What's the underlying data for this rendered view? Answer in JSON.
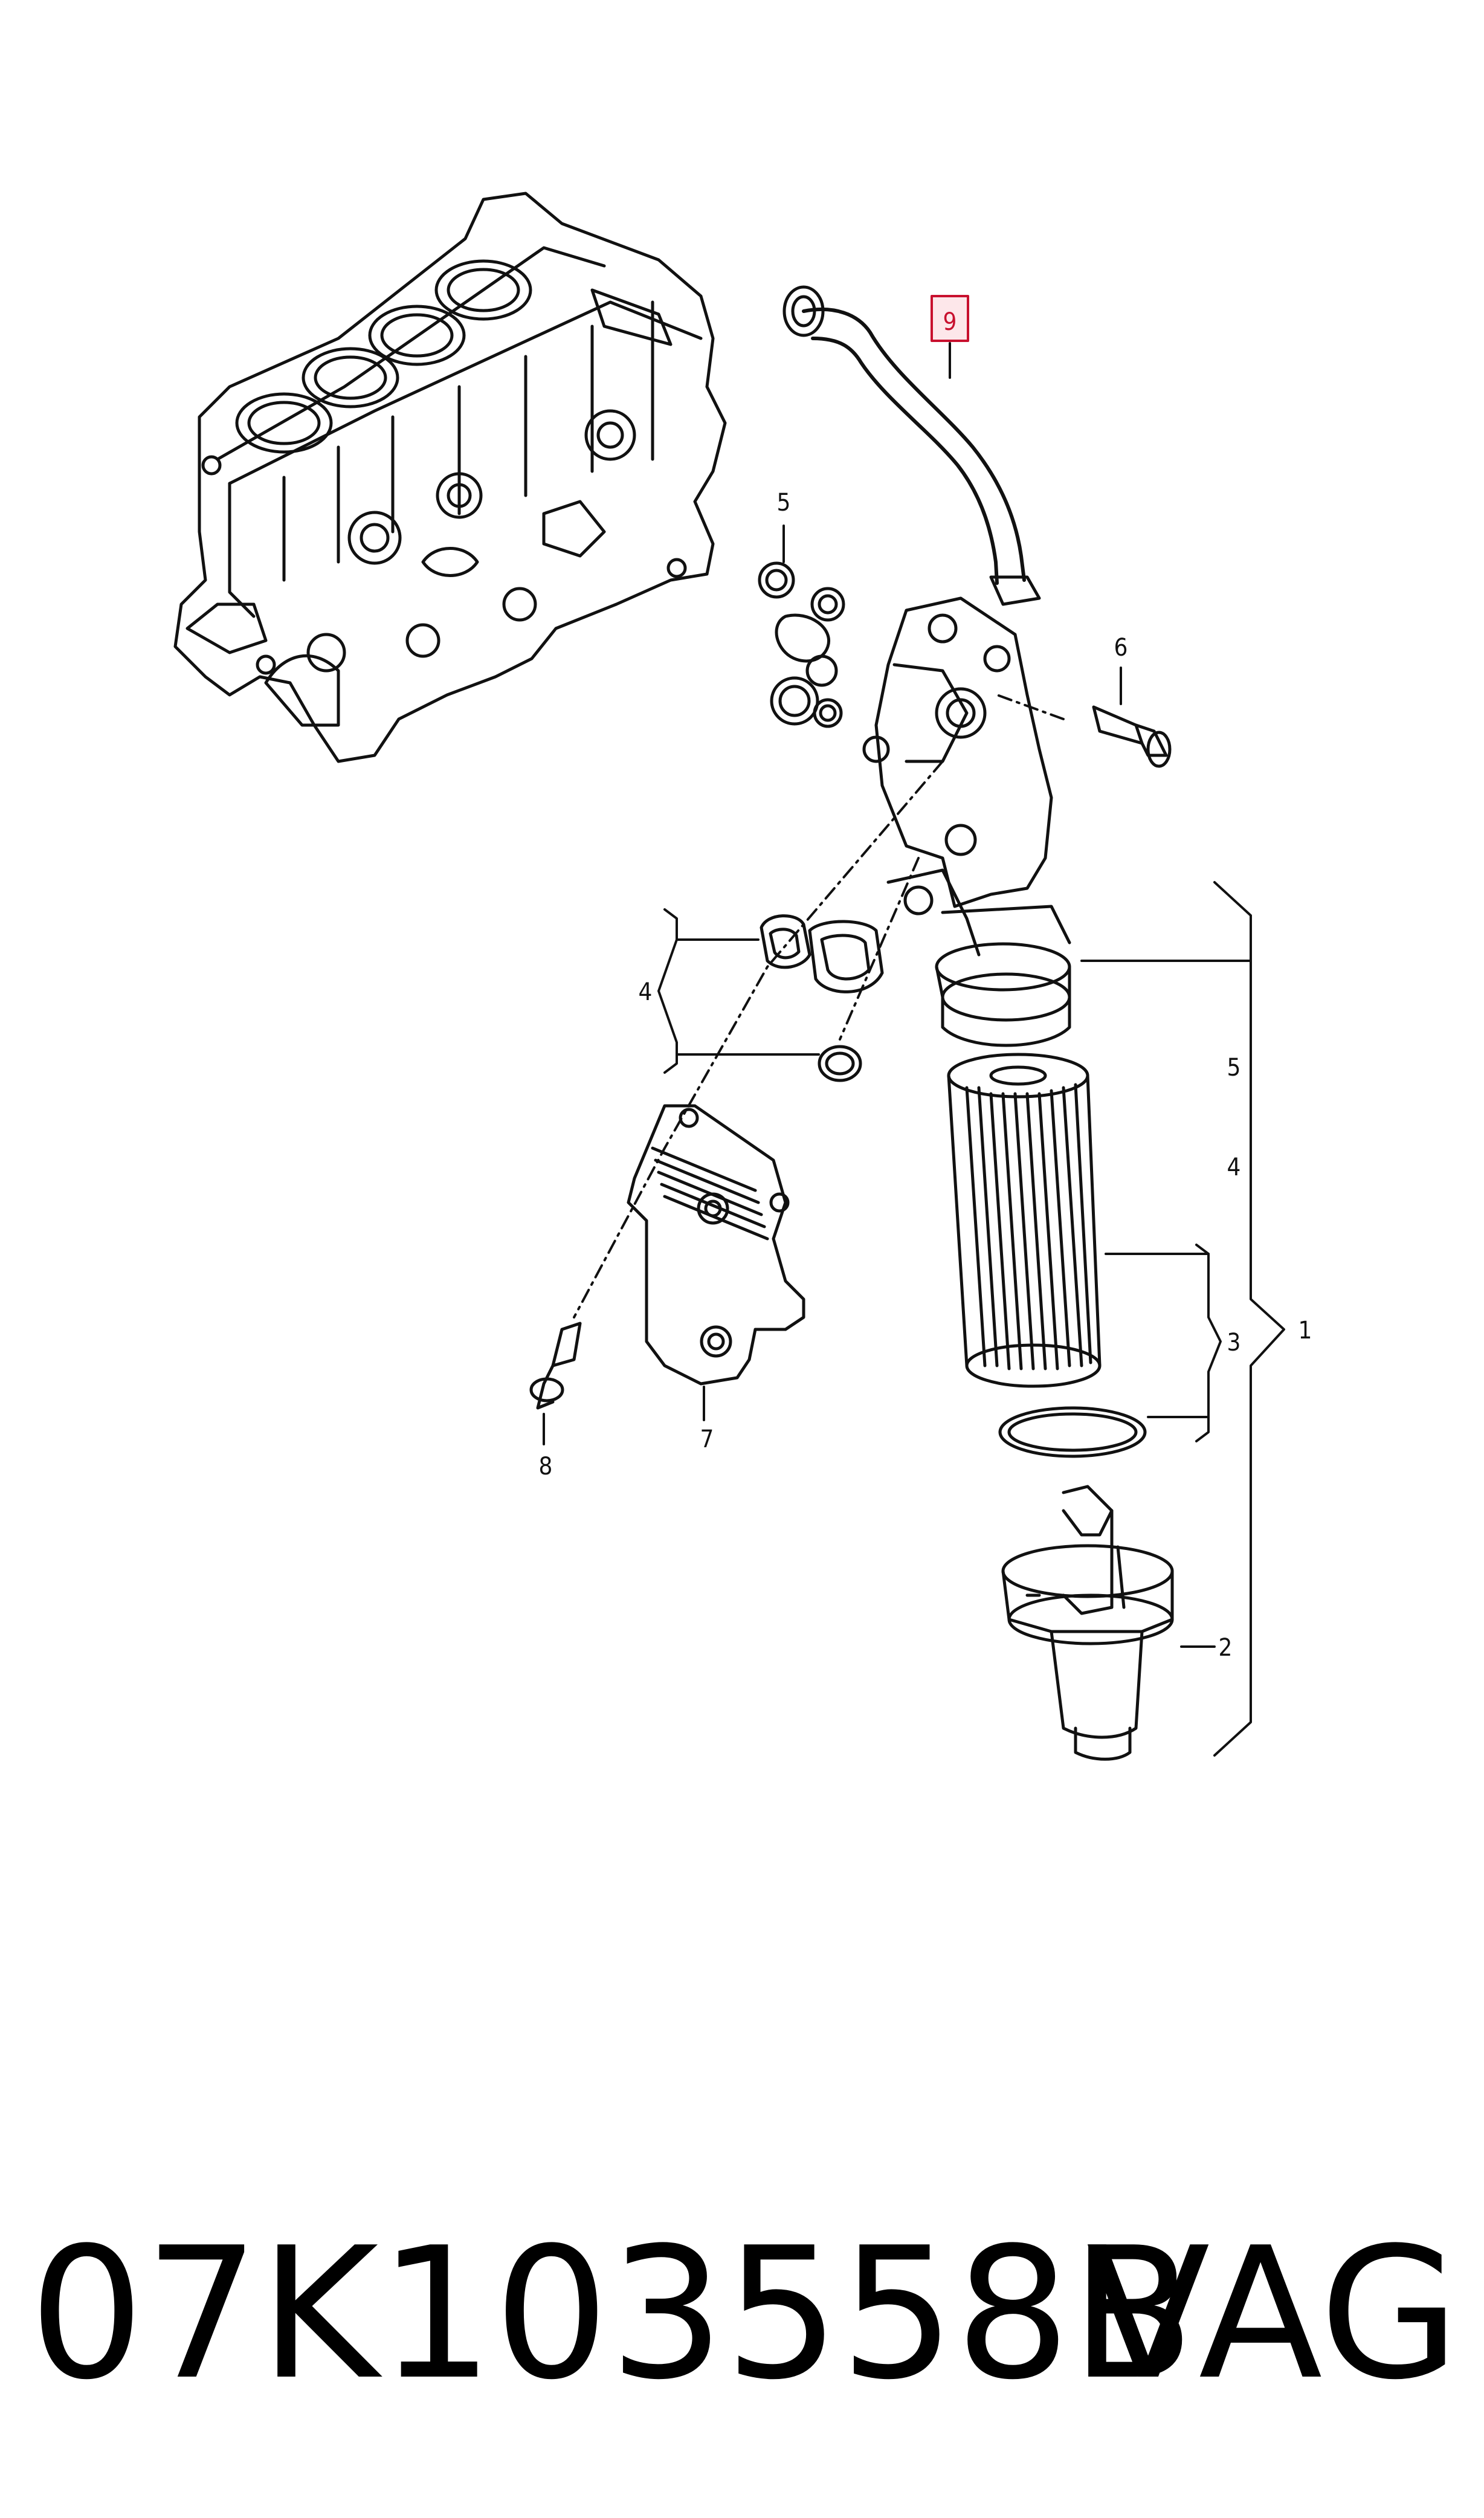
{
  "diagram": {
    "callouts": {
      "hose": "9",
      "seals_top": "5",
      "bolt_top": "6",
      "gasket_set": "4",
      "filter_right_5": "5",
      "filter_right_4": "4",
      "filter_set": "3",
      "filter_assembly": "1",
      "filter_housing": "2",
      "oil_cooler": "7",
      "bolt_bottom": "8"
    },
    "highlight_color": "#c8102e"
  },
  "footer": {
    "part_number": "07K103558B",
    "brand": "VAG"
  }
}
